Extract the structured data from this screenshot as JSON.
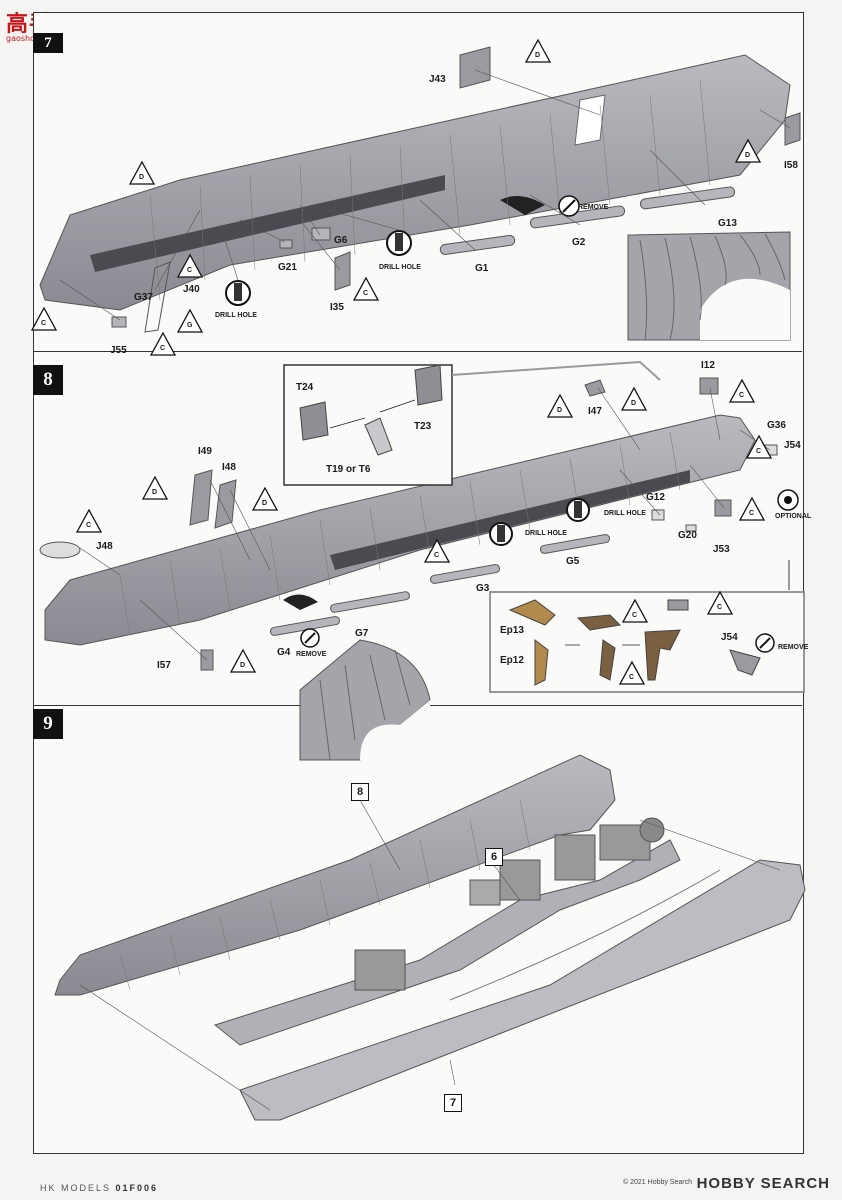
{
  "watermark": {
    "text": "高手网",
    "sub": "gaoshou.com"
  },
  "steps": [
    "7",
    "8",
    "9"
  ],
  "step7": {
    "parts": [
      "J43",
      "I58",
      "G13",
      "G2",
      "G1",
      "G6",
      "G21",
      "J40",
      "G37",
      "I35",
      "J55"
    ],
    "notes": {
      "remove": "REMOVE",
      "drill1": "DRILL HOLE",
      "drill2": "DRILL HOLE"
    }
  },
  "step8": {
    "parts": [
      "T24",
      "T23",
      "T19 or T6",
      "I12",
      "I47",
      "G36",
      "J54",
      "I49",
      "I48",
      "J48",
      "G12",
      "G20",
      "J53",
      "G5",
      "G3",
      "G7",
      "G4",
      "I57",
      "Ep13",
      "Ep12",
      "J54"
    ],
    "notes": {
      "drill1": "DRILL HOLE",
      "drill2": "DRILL HOLE",
      "optional": "OPTIONAL",
      "remove1": "REMOVE",
      "remove2": "REMOVE"
    }
  },
  "step9": {
    "refs": [
      "8",
      "6",
      "7"
    ]
  },
  "markers": {
    "c": "C",
    "d": "D",
    "g": "G"
  },
  "footer": {
    "brand": "HK MODELS",
    "code": "01F006"
  },
  "credit": {
    "copyright": "© 2021 Hobby Search",
    "logo": "HOBBY SEARCH"
  }
}
